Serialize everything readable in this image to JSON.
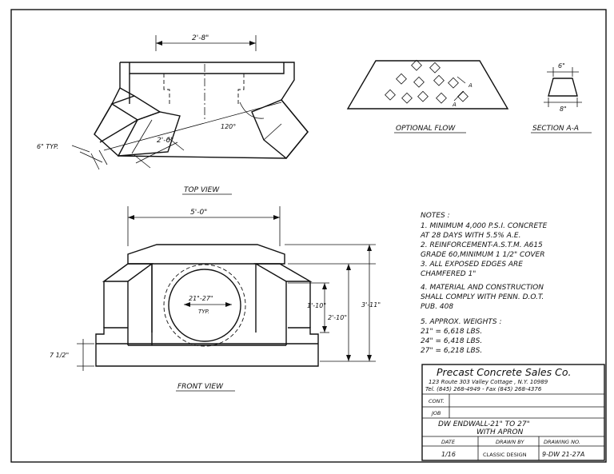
{
  "views": {
    "top_view_label": "TOP VIEW",
    "front_view_label": "FRONT VIEW",
    "optional_flow_label": "OPTIONAL FLOW",
    "section_label": "SECTION A-A"
  },
  "dims": {
    "top_width": "2'-8\"",
    "top_diag": "2'-6\"",
    "top_angle": "120°",
    "top_typ": "6\" TYP.",
    "front_width": "5'-0\"",
    "pipe_range": "21\"-27\"",
    "pipe_typ": "TYP.",
    "h1": "1'-10\"",
    "h2": "2'-10\"",
    "h3": "3'-11\"",
    "apron": "7 1/2\"",
    "sec_top": "6\"",
    "sec_bottom": "8\"",
    "sec_mark": "A"
  },
  "notes": {
    "heading": "NOTES :",
    "lines": [
      "1. MINIMUM 4,000 P.S.I. CONCRETE",
      "    AT 28 DAYS WITH 5.5% A.E.",
      "2. REINFORCEMENT-A.S.T.M. A615",
      "    GRADE 60,MINIMUM 1 1/2\" COVER",
      "3. ALL EXPOSED EDGES ARE",
      "    CHAMFERED 1\"",
      "4. MATERIAL AND CONSTRUCTION",
      "    SHALL COMPLY WITH PENN. D.O.T.",
      "    PUB. 408",
      "5. APPROX. WEIGHTS :",
      "    21\" = 6,618 LBS.",
      "    24\" = 6,418 LBS.",
      "    27\" = 6,218 LBS."
    ]
  },
  "title_block": {
    "company": "Precast Concrete Sales Co.",
    "address": "123 Route 303 Valley Cottage , N.Y. 10989",
    "phone": "Tel. (845) 268-4949 - Fax (845) 268-4376",
    "cont_label": "CONT.",
    "job_label": "JOB",
    "title_line1": "DW ENDWALL-21\" TO 27\"",
    "title_line2": "WITH   APRON",
    "date_label": "DATE",
    "drawn_label": "DRAWN BY",
    "drawing_no_label": "DRAWING  NO.",
    "date_value": "1/16",
    "drawn_value": "CLASSIC DESIGN",
    "drawing_no_value": "9-DW 21-27A"
  }
}
